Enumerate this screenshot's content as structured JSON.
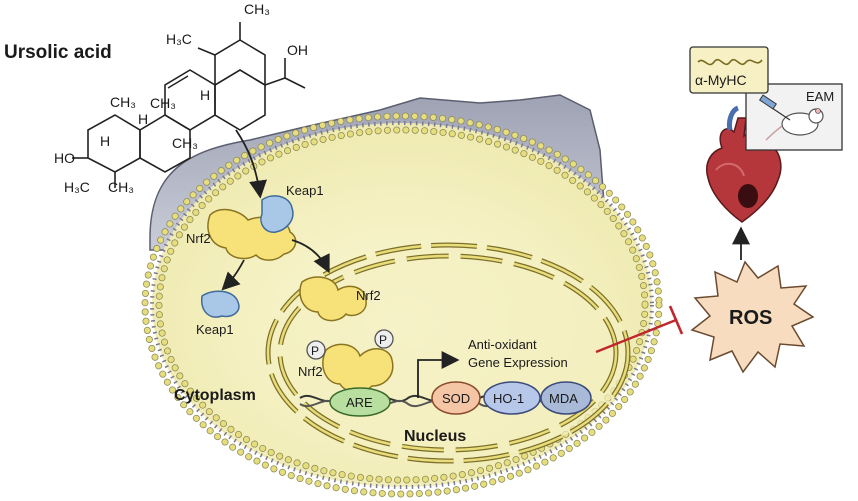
{
  "compound": {
    "name": "Ursolic acid",
    "atoms": [
      "H₃C",
      "CH₃",
      "CH₃",
      "CH₃",
      "CH₃",
      "H",
      "H",
      "H",
      "OH",
      "HO",
      "H₃C",
      "CH₃"
    ]
  },
  "cell": {
    "cytoplasm_label": "Cytoplasm",
    "nucleus_label": "Nucleus"
  },
  "proteins": {
    "keap1_bound": "Keap1",
    "nrf2_bound": "Nrf2",
    "keap1_free": "Keap1",
    "nrf2_free": "Nrf2",
    "nrf2_nuclear": "Nrf2",
    "phospho_a": "P",
    "phospho_b": "P",
    "are": "ARE"
  },
  "expression": {
    "line1": "Anti-oxidant",
    "line2": "Gene Expression",
    "products": [
      "SOD",
      "HO-1",
      "MDA"
    ]
  },
  "ros": {
    "label": "ROS"
  },
  "inset": {
    "myhc": "α-MyHC",
    "eam": "EAM"
  },
  "colors": {
    "cytoplasm": "#f6f3c8",
    "membrane_bead": "#e6dd7e",
    "membrane_tail": "#6a6a8a",
    "tissue": "#b8bccb",
    "nrf2": "#f7e27a",
    "keap1": "#a9c8e8",
    "ros_star": "#f7dcbf",
    "sod": "#f5c6a6",
    "ho1": "#b7c7ea",
    "mda": "#a8bad8",
    "are": "#b9dfa0",
    "inhibit": "#c0262d"
  }
}
